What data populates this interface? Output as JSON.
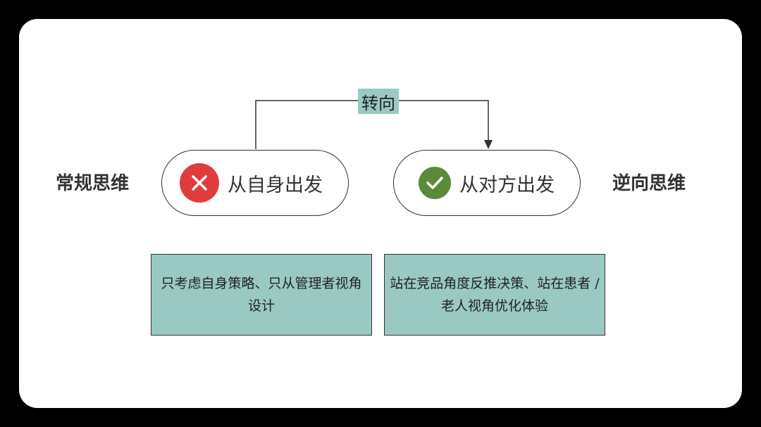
{
  "diagram": {
    "left_label": "常规思维",
    "right_label": "逆向思维",
    "connector_label": "转向",
    "left_node": {
      "text": "从自身出发",
      "icon": "x-circle-icon",
      "icon_color": "#e03c3c"
    },
    "right_node": {
      "text": "从对方出发",
      "icon": "check-circle-icon",
      "icon_color": "#5a8a3a"
    },
    "left_desc": "只考虑自身策略、只从管理者视角设计",
    "right_desc": "站在竞品角度反推决策、站在患者 / 老人视角优化体验",
    "colors": {
      "box_fill": "#99c9c2",
      "line": "#333333",
      "background": "#000000",
      "card": "#ffffff"
    }
  }
}
